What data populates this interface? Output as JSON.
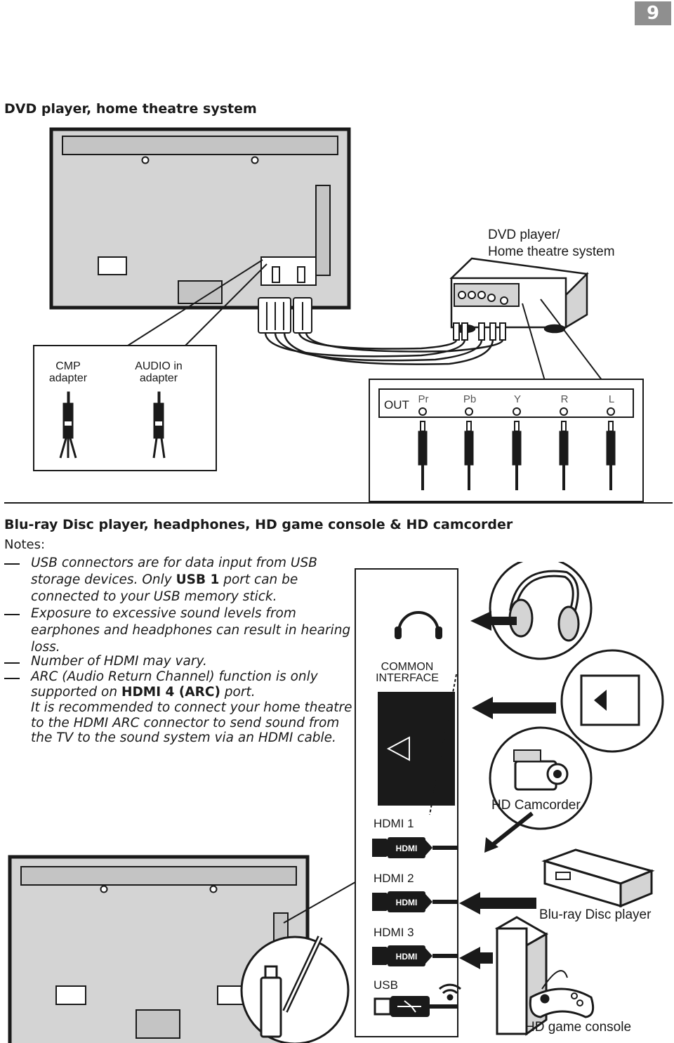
{
  "page_number": "9",
  "section1": {
    "title": "DVD player, home theatre system",
    "device_label_1": "DVD player/",
    "device_label_2": "Home theatre system",
    "adapters": {
      "cmp_1": "CMP",
      "cmp_2": "adapter",
      "audio_1": "AUDIO in",
      "audio_2": "adapter"
    },
    "out_panel": {
      "out": "OUT",
      "pr": "Pr",
      "pb": "Pb",
      "y": "Y",
      "r": "R",
      "l": "L"
    }
  },
  "section2": {
    "title": "Blu-ray Disc player, headphones, HD game console & HD camcorder",
    "notes_label": "Notes:",
    "note1": {
      "a": "USB connectors are for data input from USB storage devices. Only ",
      "b": "USB 1",
      "c": " port can be connected to your USB memory stick."
    },
    "note2": "Exposure to excessive sound levels from earphones and headphones can result in hearing loss.",
    "note3": "Number of HDMI may vary.",
    "note4": {
      "a": "ARC (Audio Return Channel) function is only supported on ",
      "b": "HDMI 4 (ARC)",
      "c": " port."
    },
    "note5": "It is recommended to connect your home theatre to the HDMI ARC connector to send sound from the TV to the sound system via an HDMI cable.",
    "common_1": "COMMON",
    "common_2": "INTERFACE",
    "hdmi1": "HDMI 1",
    "hdmi2": "HDMI 2",
    "hdmi3": "HDMI 3",
    "usb": "USB",
    "hdmi_plug": "HDMI",
    "hd_camcorder": "HD Camcorder",
    "bluray": "Blu-ray Disc player",
    "game_console": "HD game console"
  },
  "colors": {
    "ink": "#1a1a1a",
    "panel": "#d4d4d4",
    "page_tab": "#8f8f8f"
  }
}
